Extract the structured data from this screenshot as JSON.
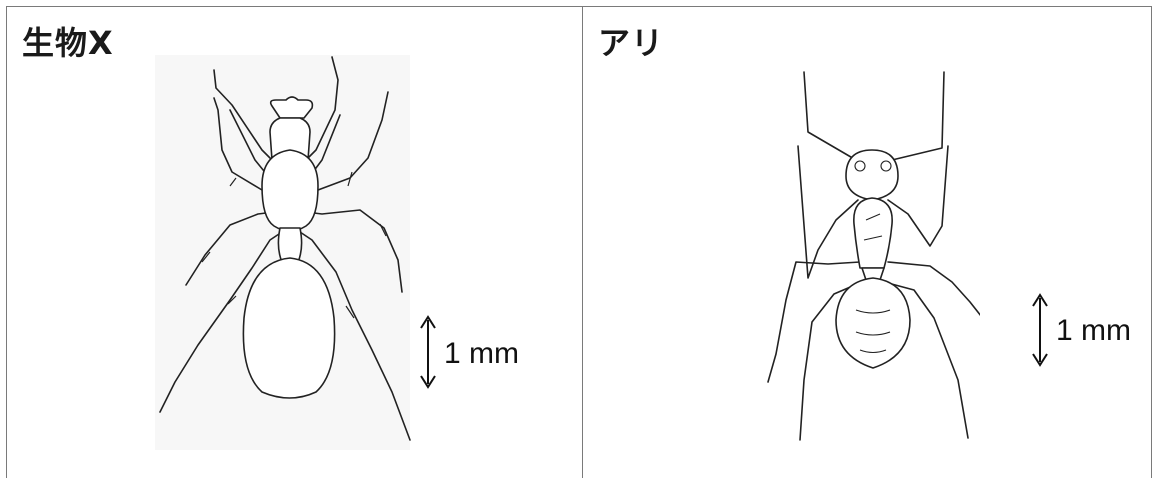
{
  "panels": [
    {
      "title": "生物X",
      "scale_label": "1 mm",
      "subject_icon": "spider-like-organism"
    },
    {
      "title": "アリ",
      "scale_label": "1 mm",
      "subject_icon": "ant"
    }
  ]
}
